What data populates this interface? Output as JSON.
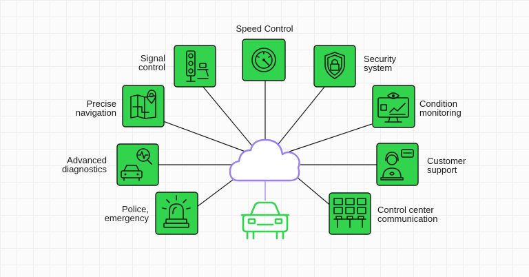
{
  "diagram": {
    "hub": "cloud",
    "center": "car",
    "nodes": [
      {
        "id": "speed",
        "lines": [
          "Speed Control"
        ],
        "icon": "speedometer-icon"
      },
      {
        "id": "signal",
        "lines": [
          "Signal",
          "control"
        ],
        "icon": "traffic-light-icon"
      },
      {
        "id": "security",
        "lines": [
          "Security",
          "system"
        ],
        "icon": "shield-lock-icon"
      },
      {
        "id": "navigation",
        "lines": [
          "Precise",
          "navigation"
        ],
        "icon": "map-pin-icon"
      },
      {
        "id": "condition",
        "lines": [
          "Condition",
          "monitoring"
        ],
        "icon": "monitor-eye-icon"
      },
      {
        "id": "diagnostics",
        "lines": [
          "Advanced",
          "diagnostics"
        ],
        "icon": "car-diagnostic-icon"
      },
      {
        "id": "support",
        "lines": [
          "Customer",
          "support"
        ],
        "icon": "headset-agent-icon"
      },
      {
        "id": "police",
        "lines": [
          "Police,",
          "emergency"
        ],
        "icon": "siren-icon"
      },
      {
        "id": "control-center",
        "lines": [
          "Control center",
          "communication"
        ],
        "icon": "control-room-icon"
      }
    ],
    "colors": {
      "node_fill": "#33d44d",
      "hub_stroke": "#9b7ff0",
      "car_stroke": "#33d44d",
      "line": "#1a1a1a"
    }
  }
}
